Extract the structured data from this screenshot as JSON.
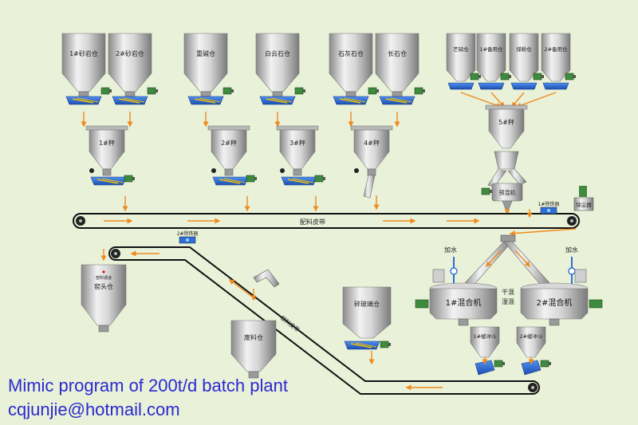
{
  "colors": {
    "background": "#e9f1d9",
    "tank_light": "#e8e8e8",
    "tank_dark": "#7e7e7e",
    "feeder_blue": "#2d6fd6",
    "arrow_orange": "#f08a1c",
    "belt_black": "#111111",
    "caption_blue": "#2a2ad0"
  },
  "silos": [
    {
      "label": "1#砂岩仓"
    },
    {
      "label": "2#砂岩仓"
    },
    {
      "label": "重碱仓"
    },
    {
      "label": "白云石仓"
    },
    {
      "label": "石灰石仓"
    },
    {
      "label": "长石仓"
    }
  ],
  "small_silos": [
    {
      "label": "芒硝仓"
    },
    {
      "label": "1#备用仓"
    },
    {
      "label": "煤粉仓"
    },
    {
      "label": "2#备用仓"
    }
  ],
  "scales": [
    {
      "label": "1#秤"
    },
    {
      "label": "2#秤"
    },
    {
      "label": "3#秤"
    },
    {
      "label": "4#秤"
    },
    {
      "label": "5#秤"
    }
  ],
  "premixer_label": "预混机",
  "belt_label": "配料皮带",
  "iron_remover_1": "1#除铁器",
  "iron_remover_2": "2#除铁器",
  "dust_collector": "除尘器",
  "kiln_head": {
    "label": "窑头仓",
    "sublabel": "窑料通道"
  },
  "waste_bin": "废料仓",
  "cullet_bin": "碎玻璃仓",
  "incline_belt": "窑料皮带",
  "mixers": [
    {
      "label": "1#混合机",
      "water": "加水"
    },
    {
      "label": "2#混合机",
      "water": "加水"
    }
  ],
  "dry_mix": {
    "line1": "干混",
    "line2": "湿混"
  },
  "hoppers": [
    {
      "label": "1#缓冲斗"
    },
    {
      "label": "2#缓冲斗"
    }
  ],
  "caption": {
    "line1": "Mimic program of 200t/d batch plant",
    "line2": "cqjunjie@hotmail.com"
  }
}
